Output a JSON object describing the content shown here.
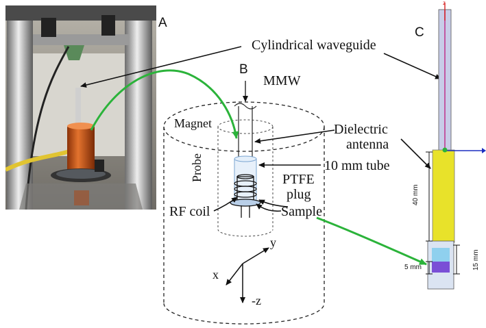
{
  "panels": {
    "a": "A",
    "b": "B",
    "c": "C"
  },
  "labels": {
    "cylindrical_waveguide": "Cylindrical waveguide",
    "mmw": "MMW",
    "magnet": "Magnet",
    "dielectric": "Dielectric",
    "antenna": "antenna",
    "tube": "10 mm tube",
    "ptfe": "PTFE",
    "plug": "plug",
    "probe": "Probe",
    "rf_coil": "RF coil",
    "sample": "Sample"
  },
  "axes": {
    "x": "x",
    "y": "y",
    "z": "-z",
    "z_top": "z"
  },
  "dimensions": {
    "d40": "40 mm",
    "d15": "15 mm",
    "d5": "5 mm"
  },
  "colors": {
    "arrow_green": "#2bb33a",
    "coil_orange": "#d2601e",
    "waveguide_yellow": "#e8e22a",
    "sample_purple": "#7a4fd6"
  }
}
